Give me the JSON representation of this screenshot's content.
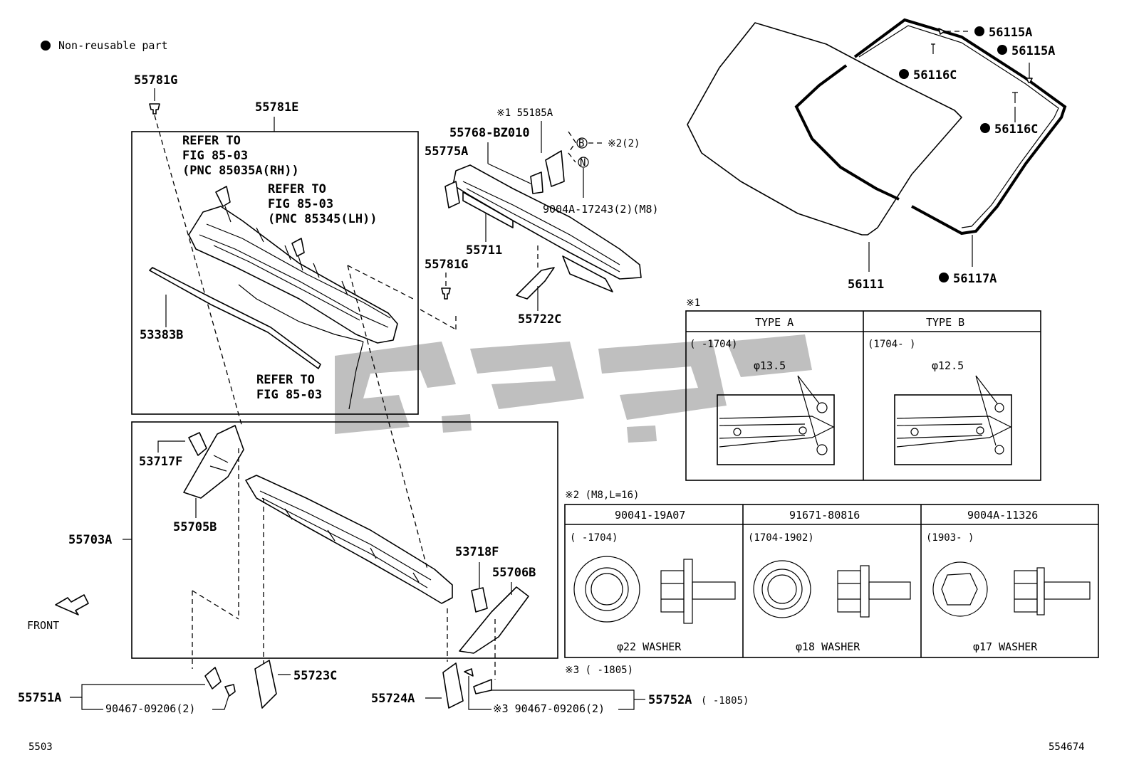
{
  "legend": {
    "text": "Non-reusable part"
  },
  "labels": {
    "p55781G_top": "55781G",
    "p55781E": "55781E",
    "refer1_l1": "REFER TO",
    "refer1_l2": "FIG 85-03",
    "refer1_l3": "(PNC 85035A(RH))",
    "refer2_l1": "REFER TO",
    "refer2_l2": "FIG 85-03",
    "refer2_l3": "(PNC 85345(LH))",
    "refer3_l1": "REFER TO",
    "refer3_l2": "FIG 85-03",
    "p53383B": "53383B",
    "note1_55185A": "※1 55185A",
    "p55768": "55768-BZ010",
    "p55775A": "55775A",
    "note2_b": "※2(2)",
    "circle_b": "B",
    "circle_n": "N",
    "p9004A_17243": "9004A-17243(2)(M8)",
    "p55711": "55711",
    "p55781G_mid": "55781G",
    "p55722C": "55722C",
    "p53717F": "53717F",
    "p55705B": "55705B",
    "p55703A": "55703A",
    "p53718F": "53718F",
    "p55706B": "55706B",
    "front": "FRONT",
    "p55751A": "55751A",
    "p90467_left": "90467-09206(2)",
    "p55723C": "55723C",
    "p55724A": "55724A",
    "p90467_right": "※3 90467-09206(2)",
    "p55752A": "55752A",
    "p55752A_range": "(      -1805)",
    "p56115A_1": "56115A",
    "p56115A_2": "56115A",
    "p56116C_1": "56116C",
    "p56116C_2": "56116C",
    "p56111": "56111",
    "p56117A": "56117A",
    "page_code": "5503",
    "fig_code": "554674"
  },
  "note1_table": {
    "title": "※1",
    "type_a": {
      "header": "TYPE A",
      "range": "(     -1704)",
      "dia": "φ13.5"
    },
    "type_b": {
      "header": "TYPE B",
      "range": "(1704-     )",
      "dia": "φ12.5"
    }
  },
  "note2_table": {
    "title": "※2 (M8,L=16)",
    "cols": [
      {
        "part": "90041-19A07",
        "range": "(      -1704)",
        "washer": "φ22 WASHER"
      },
      {
        "part": "91671-80816",
        "range": "(1704-1902)",
        "washer": "φ18 WASHER"
      },
      {
        "part": "9004A-11326",
        "range": "(1903-      )",
        "washer": "φ17 WASHER"
      }
    ]
  },
  "note3": {
    "text": "※3 (      -1805)"
  }
}
